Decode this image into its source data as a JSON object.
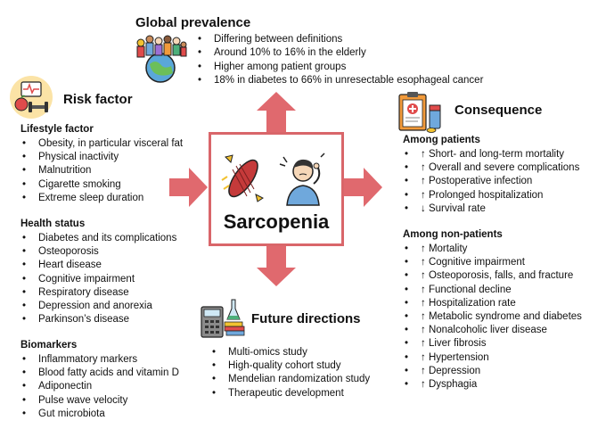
{
  "center": {
    "label": "Sarcopenia"
  },
  "colors": {
    "arrow": "#e0696e",
    "box_border": "#d9666a"
  },
  "global_prevalence": {
    "title": "Global prevalence",
    "items": [
      "Differing between definitions",
      "Around 10% to 16% in the elderly",
      "Higher among patient groups",
      "18% in diabetes to 66% in unresectable esophageal cancer"
    ]
  },
  "risk_factor": {
    "title": "Risk factor",
    "groups": [
      {
        "heading": "Lifestyle factor",
        "items": [
          "Obesity, in particular visceral fat",
          "Physical inactivity",
          "Malnutrition",
          "Cigarette smoking",
          "Extreme sleep duration"
        ]
      },
      {
        "heading": "Health status",
        "items": [
          "Diabetes and its complications",
          "Osteoporosis",
          "Heart disease",
          "Cognitive impairment",
          "Respiratory disease",
          "Depression and anorexia",
          "Parkinson’s disease"
        ]
      },
      {
        "heading": "Biomarkers",
        "items": [
          "Inflammatory markers",
          "Blood fatty acids and vitamin D",
          "Adiponectin",
          "Pulse wave velocity",
          "Gut microbiota"
        ]
      }
    ]
  },
  "consequence": {
    "title": "Consequence",
    "groups": [
      {
        "heading": "Among patients",
        "items": [
          "↑ Short- and long-term mortality",
          "↑ Overall and severe complications",
          "↑ Postoperative infection",
          "↑ Prolonged hospitalization",
          "↓ Survival rate"
        ]
      },
      {
        "heading": "Among non-patients",
        "items": [
          "↑ Mortality",
          "↑ Cognitive impairment",
          "↑ Osteoporosis, falls, and fracture",
          "↑ Functional decline",
          "↑ Hospitalization rate",
          "↑ Metabolic syndrome and diabetes",
          "↑ Nonalcoholic liver disease",
          "↑ Liver fibrosis",
          "↑ Hypertension",
          "↑ Depression",
          "↑ Dysphagia"
        ]
      }
    ]
  },
  "future_directions": {
    "title": "Future directions",
    "items": [
      "Multi-omics study",
      "High-quality cohort study",
      "Mendelian randomization study",
      "Therapeutic development"
    ]
  },
  "icons": [
    "crowd-globe-icon",
    "healthy-lifestyle-icon",
    "clipboard-medicine-icon",
    "lab-books-icon",
    "muscle-icon",
    "weak-person-icon"
  ]
}
